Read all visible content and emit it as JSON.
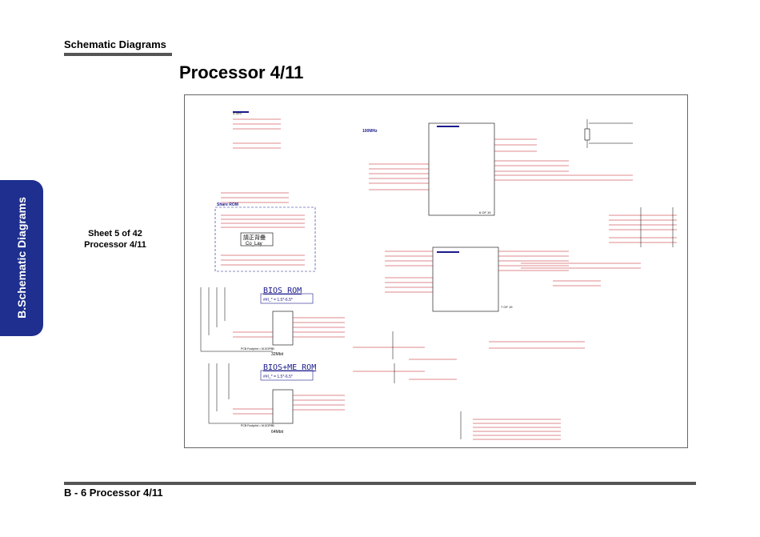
{
  "header": {
    "title": "Schematic  Diagrams"
  },
  "page": {
    "title": "Processor 4/11"
  },
  "sidebar": {
    "tab_label": "B.Schematic Diagrams"
  },
  "sheet": {
    "line1": "Sheet 5 of 42",
    "line2": "Processor 4/11"
  },
  "footer": {
    "text": "B - 6   Processor 4/11"
  },
  "schematic": {
    "labels": {
      "freq": "100MHz",
      "share_rom": "Share ROM",
      "chinese_note": "請正背疊",
      "co_lay": "Co_Lay",
      "bios_rom": "BIOS ROM",
      "bios_note": "##I_* = 1.5*-6.5*",
      "bios_size": "32Mbit",
      "bios_me_rom": "BIOS+ME ROM",
      "bios_me_note": "##I_* = 1.5*-6.5*",
      "bios_me_size": "64Mbit",
      "pcb_footprint": "PCB Footprint = M-SOP8B",
      "page_of_19_a": "6 OF 19",
      "page_of_19_b": "7 OF 19",
      "power_3v3": "3.3VS"
    },
    "colors": {
      "wire": "#c0141c",
      "part": "#1a1a8c",
      "line": "#000000"
    }
  }
}
